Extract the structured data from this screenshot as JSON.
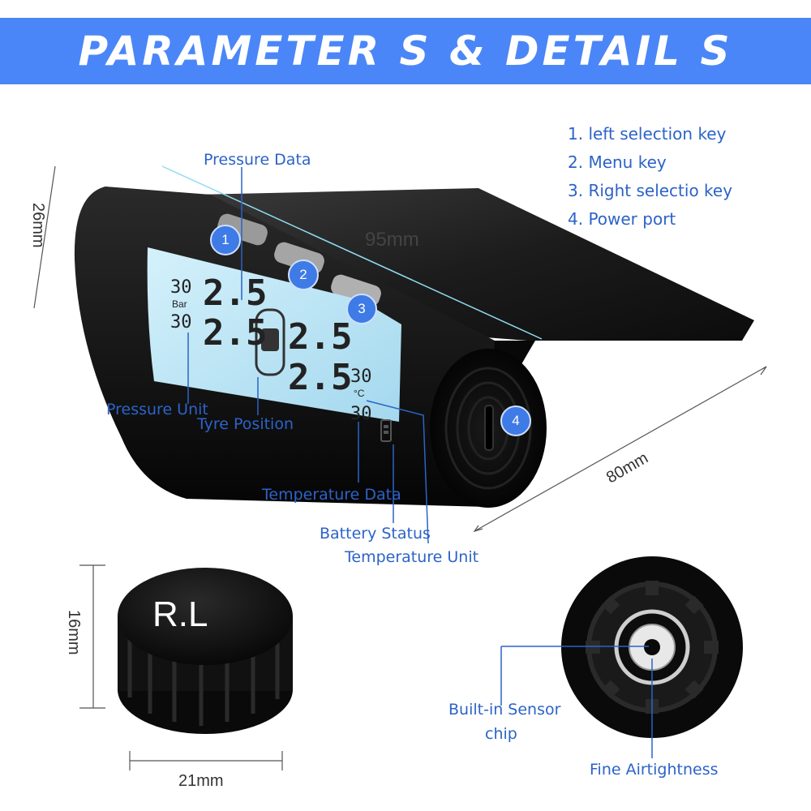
{
  "banner": {
    "title": "PARAMETER S & DETAIL S"
  },
  "keys": [
    "1. left selection key",
    "2. Menu key",
    "3. Right selectio key",
    "4. Power port"
  ],
  "labels": {
    "pressure_data": "Pressure Data",
    "pressure_unit": "Pressure Unit",
    "tyre_position": "Tyre Position",
    "temperature_data": "Temperature Data",
    "battery_status": "Battery Status",
    "temperature_unit": "Temperature Unit",
    "sensor_chip_line1": "Built-in Sensor",
    "sensor_chip_line2": "chip",
    "airtightness": "Fine Airtightness"
  },
  "dimensions": {
    "width": "95mm",
    "height": "26mm",
    "depth": "80mm",
    "sensor_height": "16mm",
    "sensor_width": "21mm"
  },
  "badges": [
    "1",
    "2",
    "3",
    "4"
  ],
  "lcd": {
    "pressure_values": [
      "2.5",
      "2.5",
      "2.5",
      "2.5"
    ],
    "small_values": [
      "30",
      "30",
      "30",
      "30"
    ],
    "unit_bar": "Bar",
    "unit_celsius": "°C"
  },
  "sensor_cap": {
    "text": "R.L"
  },
  "colors": {
    "banner": "#4a86f7",
    "label": "#2c63c8",
    "lcd": "#b9e4f5",
    "device": "#121212"
  }
}
